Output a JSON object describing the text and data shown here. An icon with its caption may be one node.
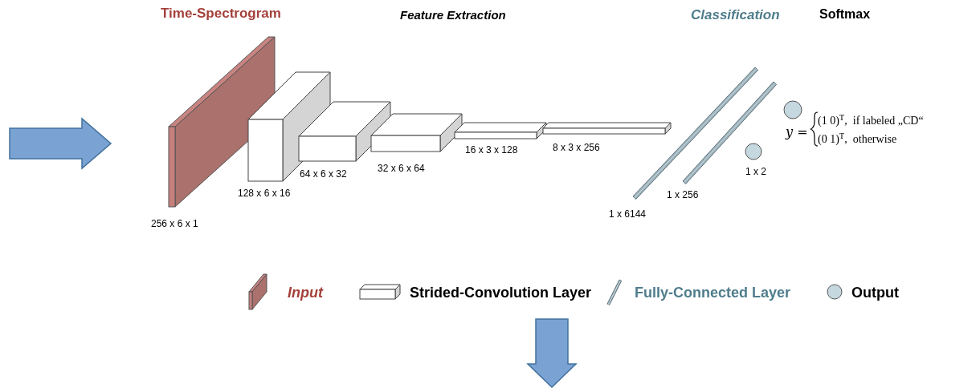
{
  "diagram": {
    "nodes": [
      {
        "text": [],
        "shape": "slab"
      },
      {
        "text": [],
        "shape": "box"
      },
      {
        "text": [],
        "shape": "box"
      },
      {
        "text": [],
        "shape": "box"
      },
      {
        "text": [],
        "shape": "box"
      },
      {
        "text": [],
        "shape": "box"
      },
      {
        "text": [],
        "shape": "bar"
      },
      {
        "text": [],
        "shape": "bar"
      },
      {
        "text": [],
        "shape": "circle"
      },
      {
        "text": [],
        "shape": "circle"
      }
    ],
    "edges": [],
    "labels": [
      "Time-Spectrogram",
      "Feature Extraction",
      "Classification",
      "Softmax",
      "y =",
      "(1 0)$^{T}$,  if labeled „CD“",
      "(0 1)$^{T}$,  otherwise",
      "16 x 3 x 128",
      "8 x 3 x 256",
      "64 x 6 x 32",
      "32 x 6 x 64",
      "1 x 2",
      "128 x 6 x 16",
      "1 x 256",
      "1 x 6144",
      "256 x 6 x 1"
    ],
    "legend": [
      {
        "text": "Input"
      },
      {
        "text": "Strided-Convolution Layer"
      },
      {
        "text": "Fully-Connected Layer"
      },
      {
        "text": "Output"
      }
    ]
  }
}
